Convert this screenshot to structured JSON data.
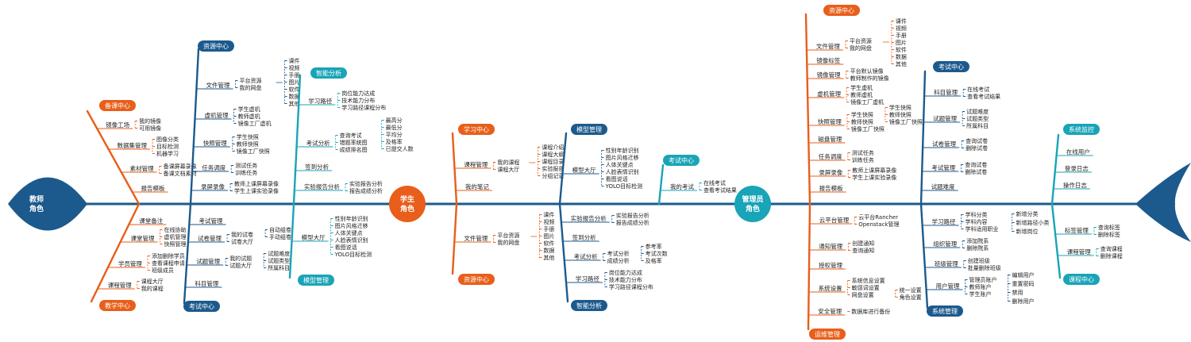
{
  "colors": {
    "blue": "#1c5a8d",
    "orange": "#e85e1a",
    "teal": "#19a4b7",
    "spine": "#1c5a8d",
    "text": "#222222"
  },
  "roles": {
    "teacher": {
      "name": "教师角色",
      "lines": [
        "教师",
        "角色"
      ],
      "color": "#1c5a8d"
    },
    "student": {
      "name": "学生角色",
      "lines": [
        "学生",
        "角色"
      ],
      "color": "#e85e1a"
    },
    "admin": {
      "name": "管理员角色",
      "lines": [
        "管理员",
        "角色"
      ],
      "color": "#19a4b7"
    }
  },
  "pills": {
    "t_prep": "备课中心",
    "t_teach": "教学中心",
    "t_res": "资源中心",
    "t_exam": "考试中心",
    "t_ana": "智能分析",
    "t_model": "模型管理",
    "s_learn": "学习中心",
    "s_res": "资源中心",
    "s_model": "模型管理",
    "s_exam": "考试中心",
    "s_ana": "智能分析",
    "a_res": "资源中心",
    "a_ops": "运维管理",
    "a_exam": "考试中心",
    "a_sys": "系统管理",
    "a_mon": "系统监控",
    "a_class": "课程中心"
  },
  "teacher": {
    "prep": {
      "img": "镜像工场",
      "img_sub": [
        "我的镜像",
        "可用镜像"
      ],
      "data": "数据集管理",
      "data_sub": [
        "图像分类",
        "目标检测",
        "机器学习"
      ],
      "mat": "素材管理",
      "mat_sub": [
        "备课屏幕录像",
        "备课文档素材"
      ],
      "report": "报告模板"
    },
    "teach": {
      "note": "课堂备注",
      "class": "课堂管理",
      "class_sub": [
        "在线协助",
        "虚机管理",
        "快照管理"
      ],
      "stu": "学员管理",
      "stu_sub": [
        "添加删除学员",
        "查看课程申请",
        "班级成员"
      ],
      "course": "课程管理",
      "course_sub": [
        "课程大厅",
        "我的课程"
      ]
    },
    "res": {
      "file": "文件管理",
      "file_sub": [
        "平台资源",
        "我的网盘"
      ],
      "file_leaf": [
        "课件",
        "视频",
        "手册",
        "图片",
        "软件",
        "数据",
        "其他"
      ],
      "vm": "虚机管理",
      "vm_sub": [
        "学生虚机",
        "教师虚机",
        "镜像工厂虚机"
      ],
      "snap": "快照管理",
      "snap_sub": [
        "学生快照",
        "教师快照",
        "镜像工厂快照"
      ],
      "task": "任务调度",
      "task_sub": [
        "测试任务",
        "训练任务"
      ],
      "rec": "录屏录像",
      "rec_sub": [
        "教师上课屏幕录像",
        "学生上课实验录像"
      ]
    },
    "exam": {
      "mgr": "考试管理",
      "paper": "试卷管理",
      "paper_sub": [
        "我的试卷",
        "试卷大厅"
      ],
      "paper_leaf": [
        "自动组卷",
        "手动组卷"
      ],
      "q": "试题管理",
      "q_sub": [
        "我的试题",
        "试题大厅"
      ],
      "q_leaf": [
        "试题难度",
        "试题类型",
        "所属科目"
      ],
      "subj": "科目管理"
    },
    "ana": {
      "path": "学习路径",
      "path_sub": [
        "岗位能力达成",
        "技术能力分布",
        "学习路径课程分布"
      ],
      "exam": "考试分析",
      "exam_sub": [
        "查询考试",
        "错题率统图",
        "成绩排名图"
      ],
      "exam_leaf": [
        "最高分",
        "最低分",
        "平均分",
        "及格率",
        "已提交人数"
      ],
      "sign": "签到分析",
      "lab": "实验报告分析",
      "lab_sub": [
        "实验报告分析",
        "报告成绩分析"
      ]
    },
    "model": {
      "hall": "模型大厅",
      "hall_sub": [
        "性别年龄识别",
        "图片风格迁移",
        "人体关键点",
        "人脸表情识别",
        "看图说话",
        "YOLO目标检测"
      ]
    }
  },
  "student": {
    "learn": {
      "course": "课程管理",
      "course_sub": [
        "我的课程",
        "课程大厅"
      ],
      "course_leaf": [
        "课程介绍",
        "课程大纲",
        "课程目录",
        "实验报告",
        "分组记录"
      ],
      "note": "我的笔记"
    },
    "res": {
      "file": "文件管理",
      "file_sub": [
        "平台资源",
        "我的网盘"
      ],
      "file_leaf": [
        "课件",
        "视频",
        "手册",
        "图片",
        "软件",
        "数据",
        "其他"
      ]
    },
    "model": {
      "hall": "模型大厅",
      "hall_sub": [
        "性别年龄识别",
        "图片风格迁移",
        "人体关键点",
        "人脸表情识别",
        "看图说话",
        "YOLO目标检测"
      ]
    },
    "exam": {
      "my": "我的考试",
      "my_sub": [
        "在线考试",
        "查看考试结果"
      ]
    },
    "ana": {
      "lab": "实验报告分析",
      "lab_sub": [
        "实验报告分析",
        "报告成绩分析"
      ],
      "sign": "签到分析",
      "exam": "考试分析",
      "exam_sub": [
        "考试分析",
        "成绩分析"
      ],
      "exam_leaf": [
        "参考率",
        "考试次数",
        "及格率"
      ],
      "path": "学习路径",
      "path_sub": [
        "岗位能力达成",
        "技术能力分布",
        "学习路径课程分布"
      ]
    }
  },
  "admin": {
    "res": {
      "file": "文件管理",
      "file_sub": [
        "平台资源",
        "我的网盘"
      ],
      "file_leaf": [
        "课件",
        "视频",
        "手册",
        "图片",
        "软件",
        "数据",
        "其他"
      ],
      "tag": "镜像标签",
      "img": "镜像管理",
      "img_sub": [
        "平台默认镜像",
        "教师制作的镜像"
      ],
      "vm": "虚机管理",
      "vm_sub": [
        "学生虚机",
        "教师虚机",
        "镜像工厂虚机"
      ],
      "snap": "快照管理",
      "snap_sub": [
        "学生快照",
        "教师快照",
        "镜像工厂快照"
      ],
      "disk": "磁盘管理",
      "task": "任务调度",
      "task_sub": [
        "测试任务",
        "训练任务"
      ],
      "rec": "录屏录像",
      "rec_sub": [
        "教师上课屏幕录像",
        "学生上课实验录像"
      ],
      "report": "报告模板"
    },
    "ops": {
      "cloud": "云平台管理",
      "cloud_sub": [
        "云平台Rancher",
        "Openstack管理"
      ],
      "notice": "通知管理",
      "notice_sub": [
        "创建通知",
        "查询通知"
      ],
      "auth": "授权管理",
      "sys": "系统设置",
      "sys_sub": [
        "系统信息设置",
        "敏感词设置",
        "网盘设置"
      ],
      "sys_leaf": [
        "统一设置",
        "角色设置"
      ],
      "sec": "安全管理",
      "sec_sub": [
        "数据库进行备份"
      ]
    },
    "exam": {
      "subj": "科目管理",
      "subj_sub": [
        "在线考试",
        "查看考试结果"
      ],
      "q": "试题管理",
      "q_sub": [
        "试题难度",
        "试题类型",
        "所属科目"
      ],
      "paper": "试卷管理",
      "paper_sub": [
        "查询试卷",
        "删除试卷"
      ],
      "exm": "考试管理",
      "exm_sub": [
        "查询试卷",
        "删除试卷"
      ],
      "diff": "试题难度"
    },
    "sys": {
      "path": "学习路径",
      "path_sub": [
        "学科分类",
        "学科内容",
        "学科适用职业"
      ],
      "path_leaf": [
        "新增分类",
        "新增路径小类",
        "新增岗位"
      ],
      "org": "组织管理",
      "org_sub": [
        "添加院系",
        "删除院系"
      ],
      "cls": "班级管理",
      "cls_sub": [
        "创建班级",
        "批量删除班级"
      ],
      "user": "用户管理",
      "user_sub": [
        "管理员账户",
        "教师账户",
        "学生账户"
      ],
      "user_leaf": [
        "编辑用户",
        "重置密码",
        "禁用",
        "删除用户"
      ]
    },
    "mon": {
      "items": [
        "在线用户",
        "登录日志",
        "操作日志"
      ]
    },
    "class": {
      "tag": "标签管理",
      "tag_sub": [
        "查询标签",
        "删除标签"
      ],
      "course": "课程管理",
      "course_sub": [
        "查询课程",
        "删除课程"
      ]
    }
  }
}
